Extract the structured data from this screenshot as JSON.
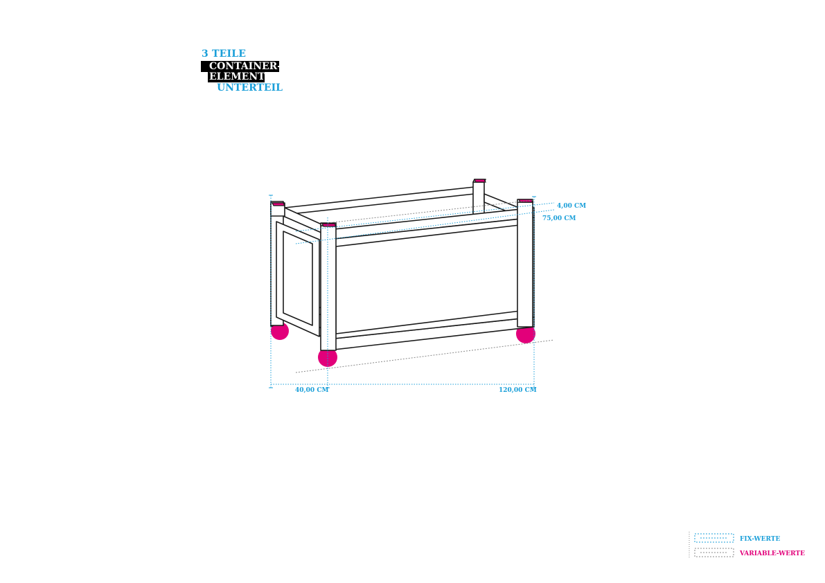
{
  "title": {
    "line1": "3 TEILE",
    "line2": "CONTAINER-",
    "line3": "ELEMENT",
    "line4": "UNTERTEIL"
  },
  "dimensions": {
    "width_depth": "40,00 CM",
    "length": "120,00 CM",
    "post_height": "4,00 CM",
    "height": "75,00 CM"
  },
  "legend": {
    "fixed": "FIX-WERTE",
    "variable": "VARIABLE-WERTE"
  },
  "colors": {
    "blue": "#1a9fd9",
    "magenta": "#e2007a",
    "frame": "#1a1a1a",
    "grey": "#8a8a8a"
  }
}
